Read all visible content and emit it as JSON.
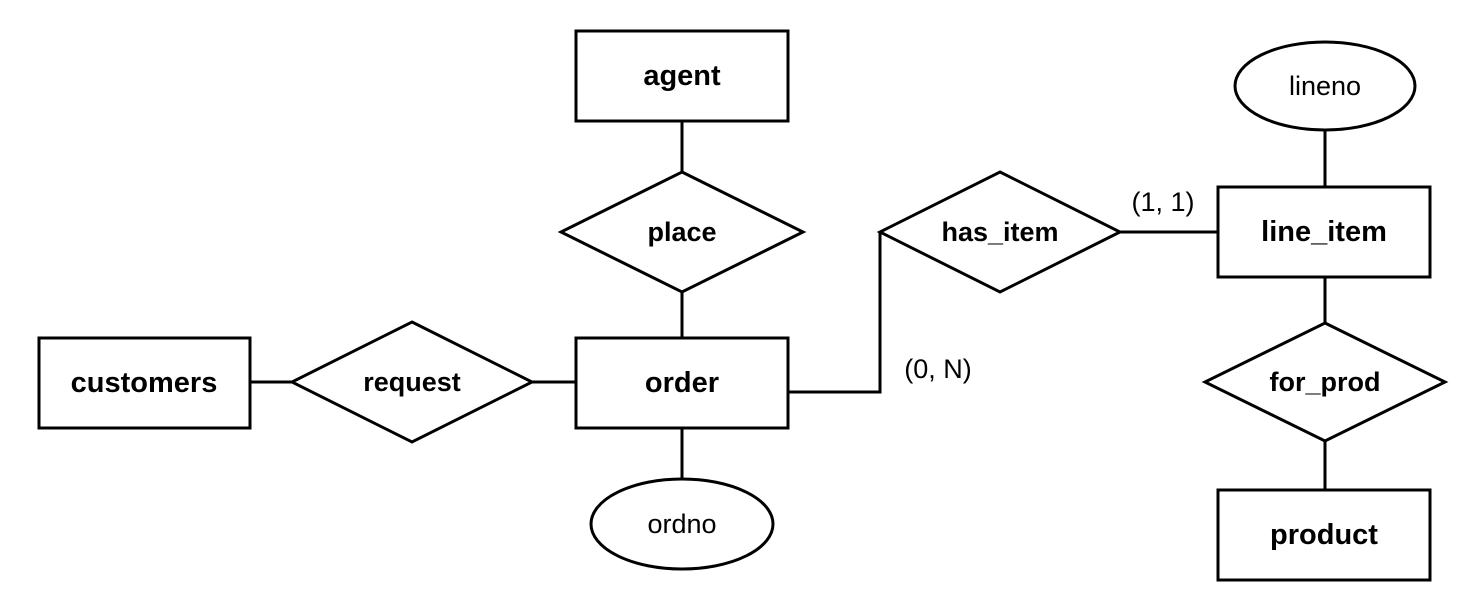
{
  "diagram": {
    "entities": {
      "agent": "agent",
      "customers": "customers",
      "order": "order",
      "line_item": "line_item",
      "product": "product"
    },
    "relationships": {
      "place": "place",
      "request": "request",
      "has_item": "has_item",
      "for_prod": "for_prod"
    },
    "attributes": {
      "ordno": "ordno",
      "lineno": "lineno"
    },
    "cardinalities": {
      "order_has_item": "(0, N)",
      "line_item_has_item": "(1, 1)"
    }
  }
}
